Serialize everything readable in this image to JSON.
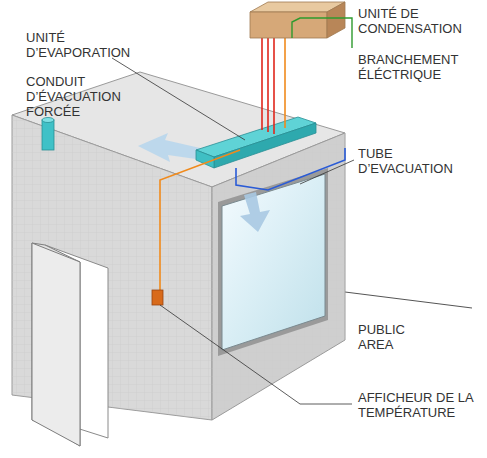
{
  "diagram": {
    "labels": [
      "UNITÉ DE CONDENSATION",
      "BRANCHEMENT ÉLÉCTRIQUE",
      "UNITÉ D’EVAPORATION",
      "CONDUIT D’ÉVACUATION FORCÉE",
      "TUBE D’EVACUATION",
      "PUBLIC AREA",
      "AFFICHEUR DE LA TEMPÉRATURE"
    ]
  }
}
